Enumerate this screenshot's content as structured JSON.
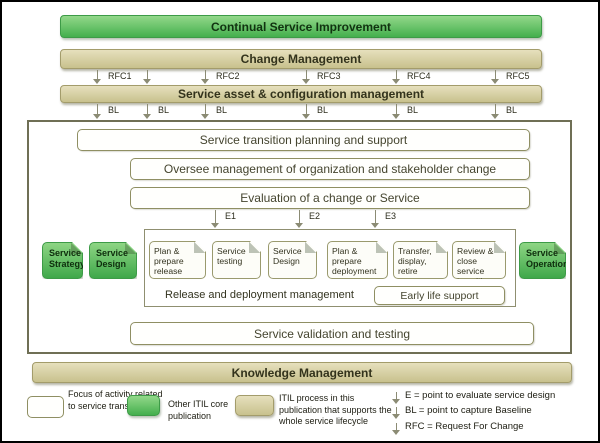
{
  "bars": {
    "csi": "Continual Service Improvement",
    "change": "Change Management",
    "sacm": "Service asset & configuration management",
    "stps": "Service transition planning and support",
    "oversee": "Oversee management of organization and stakeholder change",
    "evaluation": "Evaluation of a change or Service",
    "svt": "Service validation and testing",
    "knowledge": "Knowledge Management"
  },
  "rfc_labels": [
    "RFC1",
    "RFC2",
    "RFC3",
    "RFC4",
    "RFC5"
  ],
  "bl_label": "BL",
  "e_labels": [
    "E1",
    "E2",
    "E3"
  ],
  "lifecycle": {
    "strategy": "Service Strategy",
    "design": "Service Design",
    "operation": "Service Operation"
  },
  "rdm": {
    "label": "Release and deployment  management",
    "early_life": "Early life support",
    "steps": [
      "Plan & prepare release",
      "Service testing",
      "Service Design",
      "Plan & prepare deployment",
      "Transfer, display, retire",
      "Review & close service transition"
    ]
  },
  "legend": {
    "white_label": "Focus of activity related to service transition",
    "green_label": "Other ITIL core publication",
    "tan_label": "ITIL process in this publication that supports the whole service lifecycle",
    "notes": [
      "E = point to evaluate service design",
      "BL = point to capture Baseline",
      "RFC = Request For Change"
    ]
  },
  "colors": {
    "green_light": "#93d88a",
    "green_dark": "#44af4d",
    "green_border": "#3d9b47",
    "tan_light": "#e6e0bd",
    "tan_dark": "#c8c18d",
    "tan_border": "#a39c6b",
    "olive_border": "#8f8f63",
    "container_border": "#6f6f55",
    "arrow": "#8b8b74"
  }
}
